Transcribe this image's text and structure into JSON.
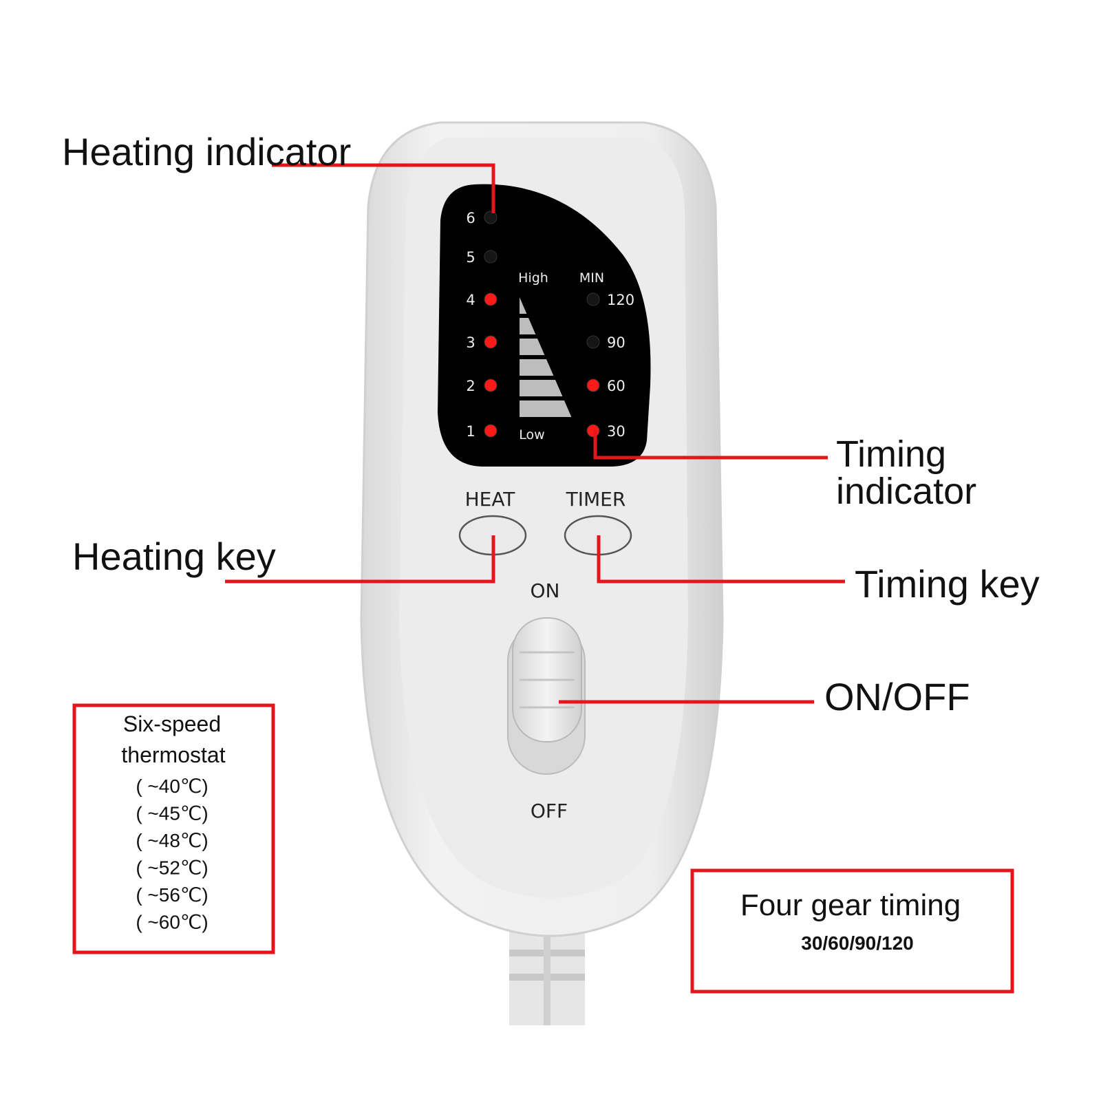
{
  "callouts": {
    "heating_indicator": "Heating indicator",
    "timing_indicator_line1": "Timing",
    "timing_indicator_line2": "indicator",
    "heating_key": "Heating key",
    "timing_key": "Timing key",
    "on_off": "ON/OFF"
  },
  "thermostat_box": {
    "title_line1": "Six-speed",
    "title_line2": "thermostat",
    "levels": [
      "( ~40℃)",
      "( ~45℃)",
      "( ~48℃)",
      "( ~52℃)",
      "( ~56℃)",
      "( ~60℃)"
    ]
  },
  "timing_box": {
    "title": "Four gear timing",
    "values": "30/60/90/120"
  },
  "device": {
    "heat_levels": [
      {
        "label": "6",
        "lit": false
      },
      {
        "label": "5",
        "lit": false
      },
      {
        "label": "4",
        "lit": true
      },
      {
        "label": "3",
        "lit": true
      },
      {
        "label": "2",
        "lit": true
      },
      {
        "label": "1",
        "lit": true
      }
    ],
    "timer_levels": [
      {
        "label": "120",
        "lit": false
      },
      {
        "label": "90",
        "lit": false
      },
      {
        "label": "60",
        "lit": true
      },
      {
        "label": "30",
        "lit": true
      }
    ],
    "high_label": "High",
    "low_label": "Low",
    "min_label": "MIN",
    "heat_button": "HEAT",
    "timer_button": "TIMER",
    "on_label": "ON",
    "off_label": "OFF"
  },
  "colors": {
    "accent_red": "#e8141b",
    "led_on": "#ff1a1a",
    "led_off": "#151515"
  }
}
